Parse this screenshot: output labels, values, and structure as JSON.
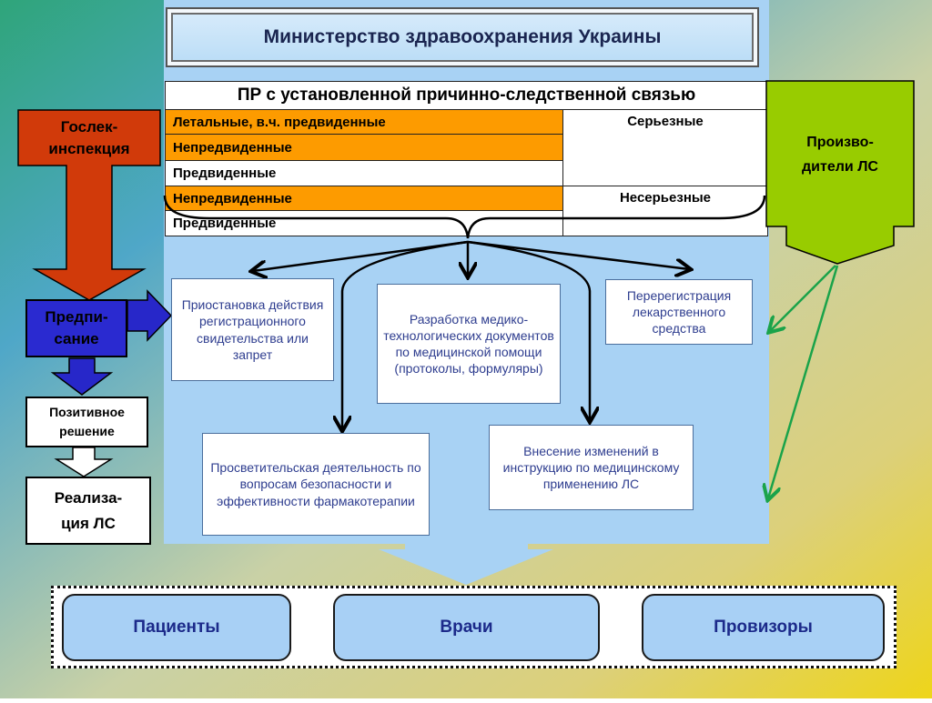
{
  "ministry_title": "Министерство здравоохранения Украины",
  "table": {
    "header": "ПР с установленной причинно-следственной связью",
    "rows": [
      "Летальные, в.ч. предвиденные",
      "Непредвиденные",
      "Предвиденные",
      "Непредвиденные",
      "Предвиденные"
    ],
    "serious": "Серьезные",
    "nonserious": "Несерьезные"
  },
  "left": {
    "goslek": "Гослек-\nинспекция",
    "predpisanie": "Предпи-\nсание",
    "positive": "Позитивное\nрешение",
    "realization": "Реализа-\nция ЛС"
  },
  "right": {
    "manufacturers": "Произво-\nдители ЛС"
  },
  "actions": [
    "Приостановка действия регистрационного свидетельства или запрет",
    "Разработка медико-технологических документов по медицинской помощи (протоколы, формуляры)",
    "Перерегистрация лекарственного средства",
    "Просветительская деятельность по вопросам безопасности и эффективности фармакотерапии",
    "Внесение изменений в инструкцию по медицинскому применению ЛС"
  ],
  "audience": [
    "Пациенты",
    "Врачи",
    "Провизоры"
  ],
  "colors": {
    "orange": "#fd9b00",
    "red_arrow": "#d13a0a",
    "blue_arrow": "#2727c9",
    "green_arrow": "#98cc00",
    "light_blue": "#a8d2f4"
  }
}
